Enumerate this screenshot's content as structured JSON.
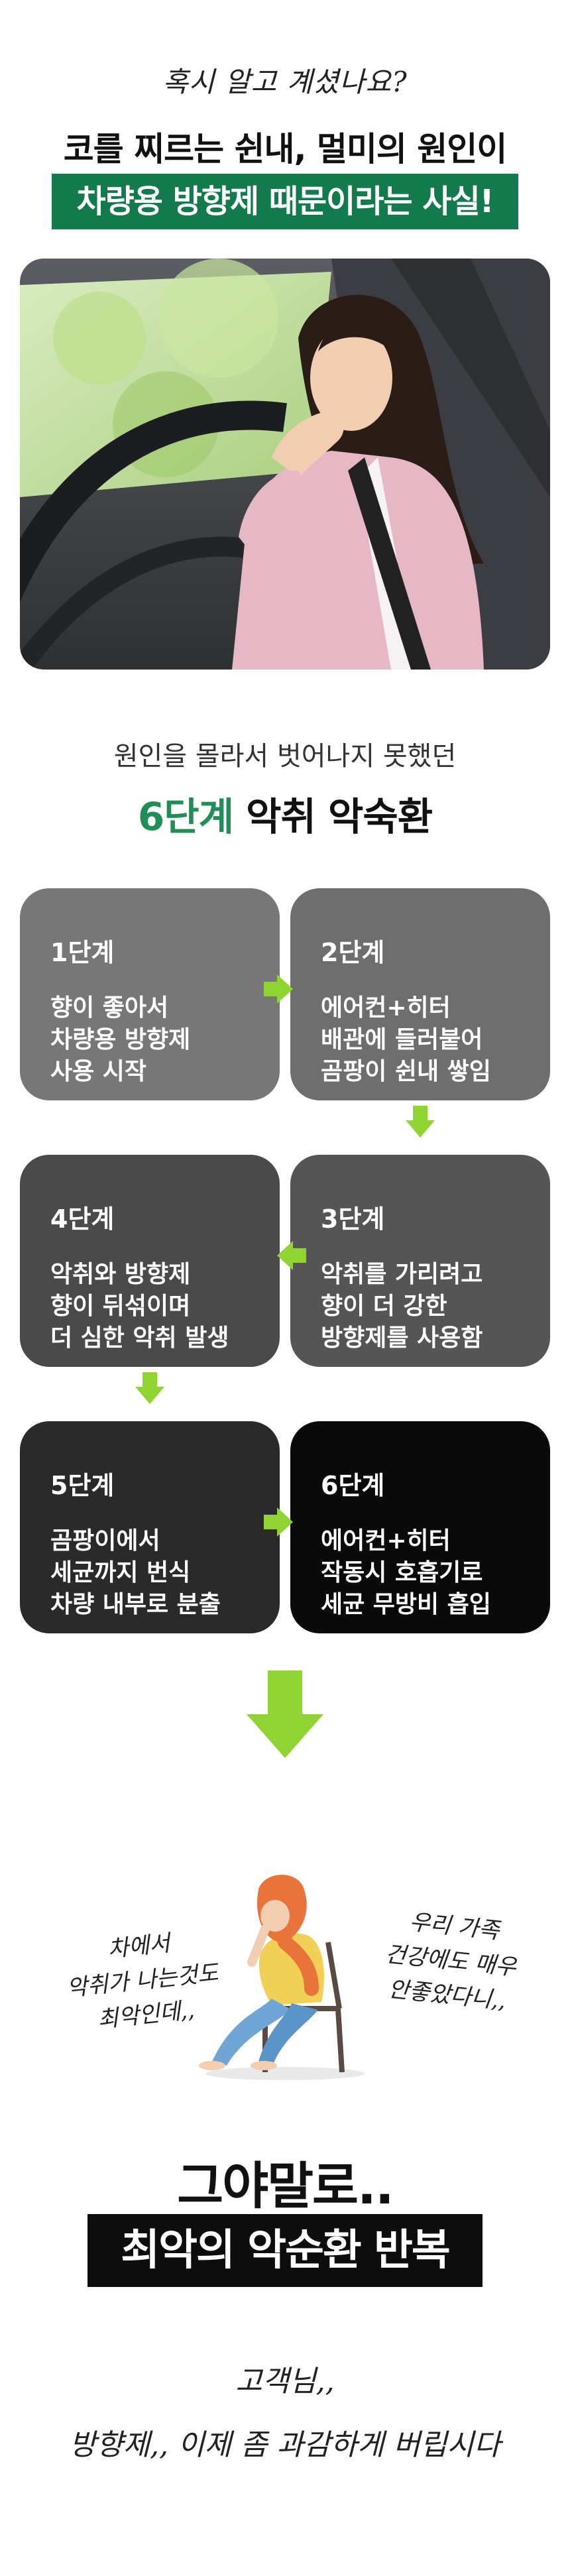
{
  "intro": {
    "question": "혹시 알고 계셨나요?",
    "headline": "코를 찌르는 쉰내, 멀미의 원인이",
    "banner": "차량용 방향제 때문이라는 사실!",
    "banner_color": "#137a4d"
  },
  "cycle": {
    "subtitle": "원인을 몰라서 벗어나지 못했던",
    "title_accent": "6단계",
    "title_rest": " 악취 악숙환",
    "accent_color": "#1f8f57",
    "arrow_color": "#8fd431",
    "steps": [
      {
        "stage": "1단계",
        "lines": [
          "향이 좋아서",
          "차량용 방향제",
          "사용 시작"
        ],
        "color": "#777777"
      },
      {
        "stage": "2단계",
        "lines": [
          "에어컨+히터",
          "배관에 들러붙어",
          "곰팡이 쉰내 쌓임"
        ],
        "color": "#6e6e6e"
      },
      {
        "stage": "3단계",
        "lines": [
          "악취를 가리려고",
          "향이 더 강한",
          "방향제를 사용함"
        ],
        "color": "#555555"
      },
      {
        "stage": "4단계",
        "lines": [
          "악취와 방향제",
          "향이 뒤섞이며",
          "더 심한 악취 발생"
        ],
        "color": "#4a4a4a"
      },
      {
        "stage": "5단계",
        "lines": [
          "곰팡이에서",
          "세균까지 번식",
          "차량 내부로 분출"
        ],
        "color": "#2a2a2a"
      },
      {
        "stage": "6단계",
        "lines": [
          "에어컨+히터",
          "작동시 호흡기로",
          "세균 무방비 흡입"
        ],
        "color": "#0a0a0a"
      }
    ]
  },
  "thoughts": {
    "left": [
      "차에서",
      "악취가 나는것도",
      "최악인데,,"
    ],
    "right": [
      "우리 가족",
      "건강에도 매우",
      "안좋았다니,,"
    ]
  },
  "conclusion": {
    "headline": "그야말로..",
    "banner": "최악의 악순환 반복"
  },
  "closing": {
    "line1": "고객님,,",
    "line2": "방향제,, 이제 좀 과감하게 버립시다"
  }
}
